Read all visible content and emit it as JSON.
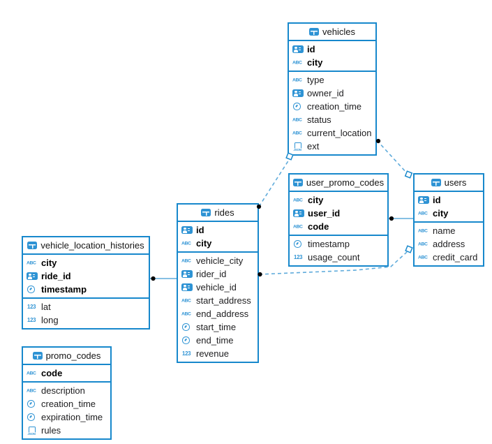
{
  "diagram": {
    "type": "entity-relationship",
    "accent_color": "#1788cc",
    "icon_fill_color": "#2e93d4",
    "relationship_line_color": "#5fabdb",
    "background_color": "#ffffff"
  },
  "tables": [
    {
      "title": "vehicles",
      "icon": "table-icon",
      "pk_fields": [
        {
          "label": "id",
          "icon": "user-id-icon"
        },
        {
          "label": "city",
          "icon": "text-icon"
        }
      ],
      "fields": [
        {
          "label": "type",
          "icon": "text-icon"
        },
        {
          "label": "owner_id",
          "icon": "user-id-icon"
        },
        {
          "label": "creation_time",
          "icon": "timestamp-icon"
        },
        {
          "label": "status",
          "icon": "text-icon"
        },
        {
          "label": "current_location",
          "icon": "text-icon"
        },
        {
          "label": "ext",
          "icon": "json-icon"
        }
      ]
    },
    {
      "title": "user_promo_codes",
      "icon": "table-icon",
      "pk_fields": [
        {
          "label": "city",
          "icon": "text-icon"
        },
        {
          "label": "user_id",
          "icon": "user-id-icon"
        },
        {
          "label": "code",
          "icon": "text-icon"
        }
      ],
      "fields": [
        {
          "label": "timestamp",
          "icon": "timestamp-icon"
        },
        {
          "label": "usage_count",
          "icon": "number-icon"
        }
      ]
    },
    {
      "title": "users",
      "icon": "table-icon",
      "pk_fields": [
        {
          "label": "id",
          "icon": "user-id-icon"
        },
        {
          "label": "city",
          "icon": "text-icon"
        }
      ],
      "fields": [
        {
          "label": "name",
          "icon": "text-icon"
        },
        {
          "label": "address",
          "icon": "text-icon"
        },
        {
          "label": "credit_card",
          "icon": "text-icon"
        }
      ]
    },
    {
      "title": "rides",
      "icon": "table-icon",
      "pk_fields": [
        {
          "label": "id",
          "icon": "user-id-icon"
        },
        {
          "label": "city",
          "icon": "text-icon"
        }
      ],
      "fields": [
        {
          "label": "vehicle_city",
          "icon": "text-icon"
        },
        {
          "label": "rider_id",
          "icon": "user-id-icon"
        },
        {
          "label": "vehicle_id",
          "icon": "user-id-icon"
        },
        {
          "label": "start_address",
          "icon": "text-icon"
        },
        {
          "label": "end_address",
          "icon": "text-icon"
        },
        {
          "label": "start_time",
          "icon": "timestamp-icon"
        },
        {
          "label": "end_time",
          "icon": "timestamp-icon"
        },
        {
          "label": "revenue",
          "icon": "number-icon"
        }
      ]
    },
    {
      "title": "vehicle_location_histories",
      "icon": "table-icon",
      "pk_fields": [
        {
          "label": "city",
          "icon": "text-icon"
        },
        {
          "label": "ride_id",
          "icon": "user-id-icon"
        },
        {
          "label": "timestamp",
          "icon": "timestamp-icon"
        }
      ],
      "fields": [
        {
          "label": "lat",
          "icon": "number-icon"
        },
        {
          "label": "long",
          "icon": "number-icon"
        }
      ]
    },
    {
      "title": "promo_codes",
      "icon": "table-icon",
      "pk_fields": [
        {
          "label": "code",
          "icon": "text-icon"
        }
      ],
      "fields": [
        {
          "label": "description",
          "icon": "text-icon"
        },
        {
          "label": "creation_time",
          "icon": "timestamp-icon"
        },
        {
          "label": "expiration_time",
          "icon": "timestamp-icon"
        },
        {
          "label": "rules",
          "icon": "json-icon"
        }
      ]
    }
  ],
  "relationships": [
    {
      "from": "vehicle_location_histories",
      "to": "rides",
      "style": "solid",
      "from_marker": "dot",
      "to_marker": "none"
    },
    {
      "from": "user_promo_codes",
      "to": "users",
      "style": "solid",
      "from_marker": "dot",
      "to_marker": "none"
    },
    {
      "from": "rides",
      "to": "vehicles",
      "style": "dashed",
      "from_marker": "dot",
      "to_marker": "open-diamond"
    },
    {
      "from": "vehicles",
      "to": "users",
      "style": "dashed",
      "from_marker": "dot",
      "to_marker": "open-diamond"
    },
    {
      "from": "rides",
      "to": "users",
      "style": "dashed",
      "from_marker": "dot",
      "to_marker": "open-diamond"
    }
  ]
}
